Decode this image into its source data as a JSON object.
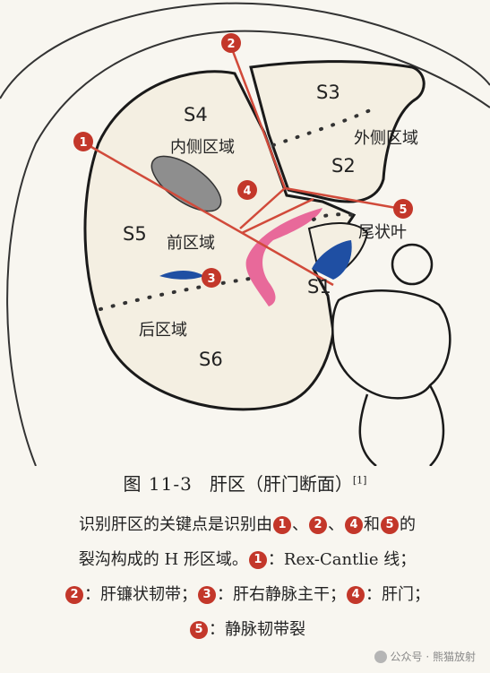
{
  "diagram": {
    "segments": {
      "s1": "S1",
      "s2": "S2",
      "s3": "S3",
      "s4": "S4",
      "s5": "S5",
      "s6": "S6"
    },
    "zones": {
      "medial": "内侧区域",
      "lateral": "外侧区域",
      "anterior": "前区域",
      "posterior": "后区域",
      "caudate": "尾状叶"
    },
    "markers": [
      "1",
      "2",
      "3",
      "4",
      "5"
    ],
    "colors": {
      "marker": "#c3372a",
      "portal": "#e8699a",
      "ivc": "#1f4fa3",
      "liver_fill": "#f4efe2",
      "gallbladder": "#8e8e8e"
    }
  },
  "caption": {
    "figure_label": "图 11-3",
    "title": "肝区（肝门断面）",
    "ref": "[1]"
  },
  "description": {
    "line1_a": "识别肝区的关键点是识别由",
    "sep_comma": "、",
    "sep_and": "和",
    "line1_end": "的",
    "line2_a": "裂沟构成的 H 形区域。",
    "rex_cantlie": "：Rex-Cantlie 线；",
    "falciform": "：肝镰状韧带；",
    "right_hv": "：肝右静脉主干；",
    "hilum": "：肝门；",
    "venosum": "：静脉韧带裂"
  },
  "watermark": "公众号 · 熊猫放射"
}
